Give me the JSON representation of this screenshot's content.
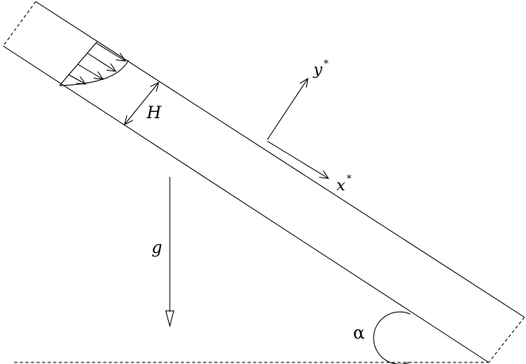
{
  "labels": {
    "thickness": "H",
    "y_axis": "y",
    "y_axis_sup": "*",
    "x_axis": "x",
    "x_axis_sup": "*",
    "gravity": "g",
    "angle": "α"
  },
  "colors": {
    "stroke": "#000000",
    "background": "#ffffff"
  }
}
